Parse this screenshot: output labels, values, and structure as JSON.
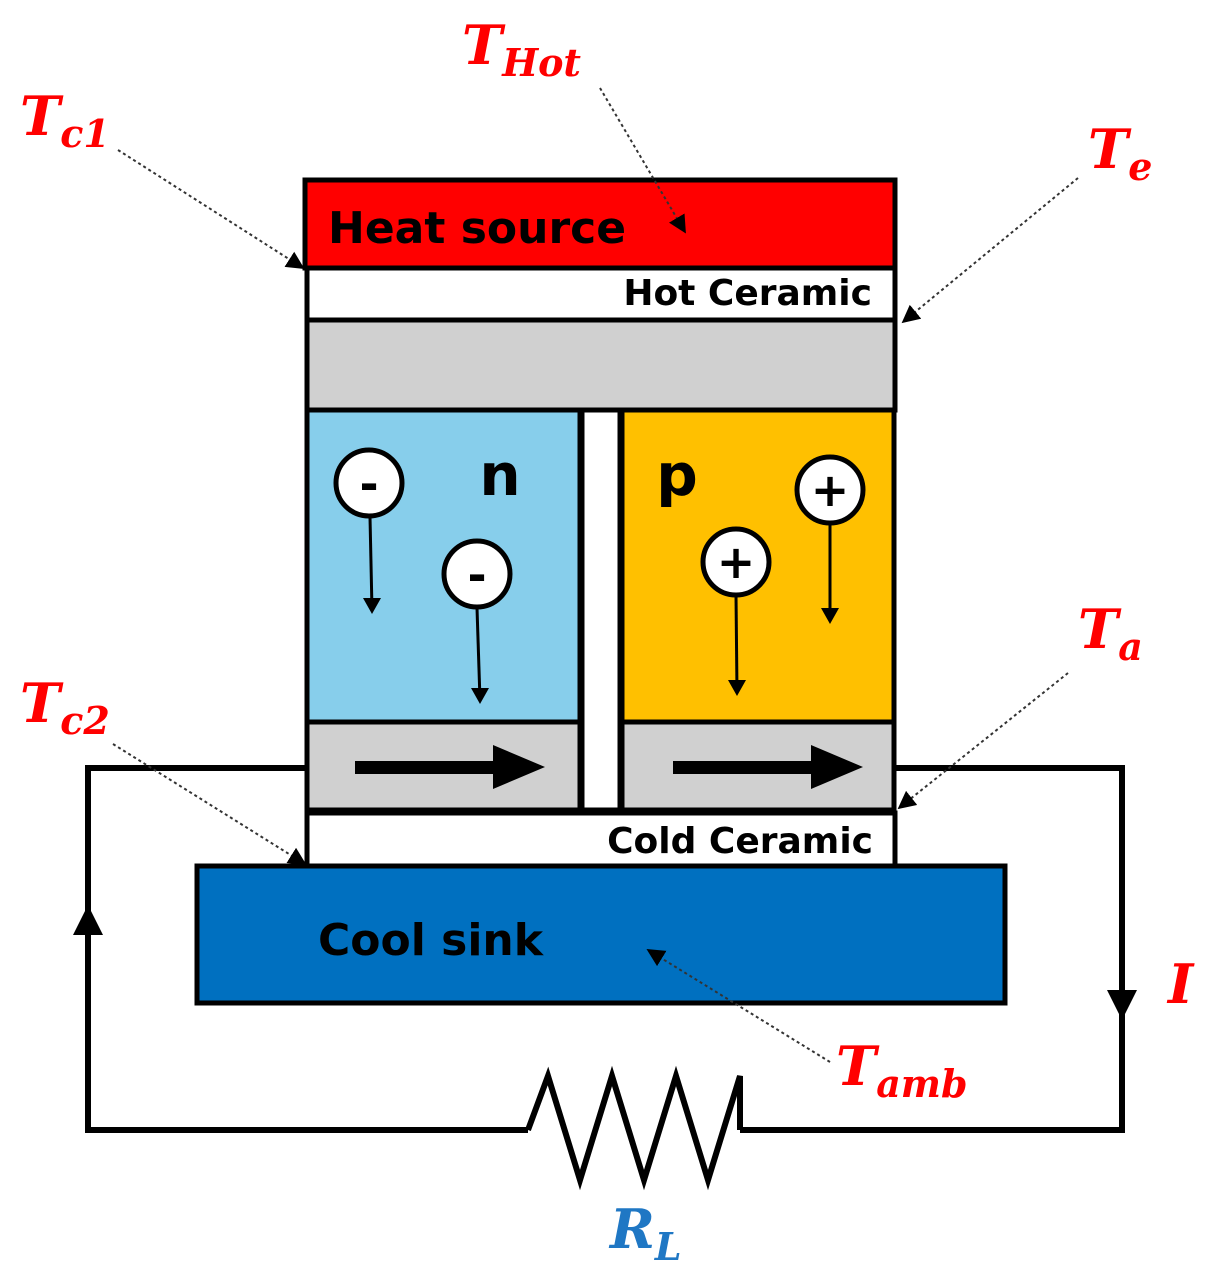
{
  "colors": {
    "heat_source": "#ff0000",
    "ceramic": "#ffffff",
    "conductor": "#d0d0d0",
    "n_type": "#87ceeb",
    "p_type": "#ffc000",
    "cool_sink": "#0070c0",
    "temp_label": "#ff0000",
    "resistor_label": "#1f77c4",
    "outline": "#000000"
  },
  "layers": {
    "heat_source": "Heat source",
    "hot_ceramic": "Hot Ceramic",
    "cold_ceramic": "Cold Ceramic",
    "cool_sink": "Cool sink"
  },
  "legs": {
    "n_label": "n",
    "p_label": "p",
    "electron_symbol": "-",
    "hole_symbol": "+"
  },
  "temperatures": {
    "t_hot": {
      "base": "T",
      "sub": "Hot"
    },
    "t_c1": {
      "base": "T",
      "sub": "c1"
    },
    "t_e": {
      "base": "T",
      "sub": "e"
    },
    "t_a": {
      "base": "T",
      "sub": "a"
    },
    "t_c2": {
      "base": "T",
      "sub": "c2"
    },
    "t_amb": {
      "base": "T",
      "sub": "amb"
    }
  },
  "circuit": {
    "current": "I",
    "resistor": {
      "base": "R",
      "sub": "L"
    }
  }
}
